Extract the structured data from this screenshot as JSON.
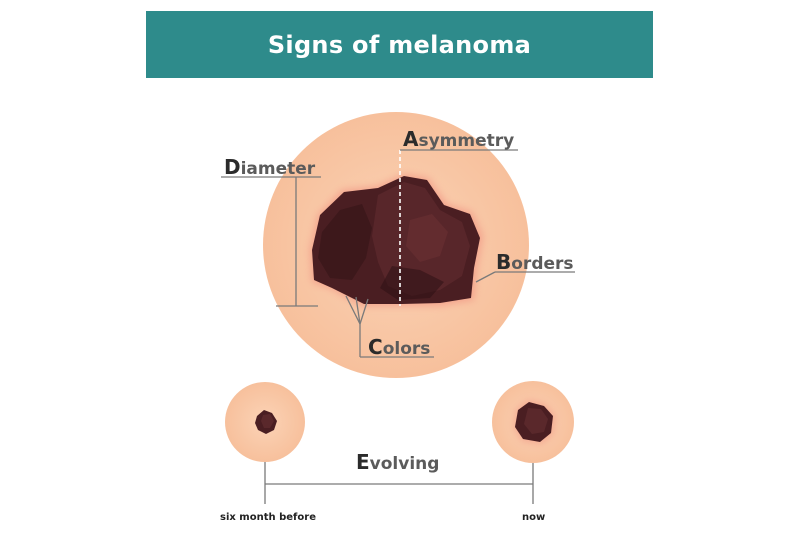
{
  "header": {
    "title": "Signs of melanoma"
  },
  "labels": {
    "asymmetry": {
      "initial": "A",
      "rest": "symmetry"
    },
    "diameter": {
      "initial": "D",
      "rest": "iameter"
    },
    "borders": {
      "initial": "B",
      "rest": "orders"
    },
    "colors": {
      "initial": "C",
      "rest": "olors"
    },
    "evolving": {
      "initial": "E",
      "rest": "volving"
    }
  },
  "timeline": {
    "before_label": "six month before",
    "now_label": "now"
  },
  "colors": {
    "banner": "#2e8b8b",
    "skin": "#f8c4a2",
    "mole": "#4a1e22",
    "line": "#7a7a7a"
  }
}
